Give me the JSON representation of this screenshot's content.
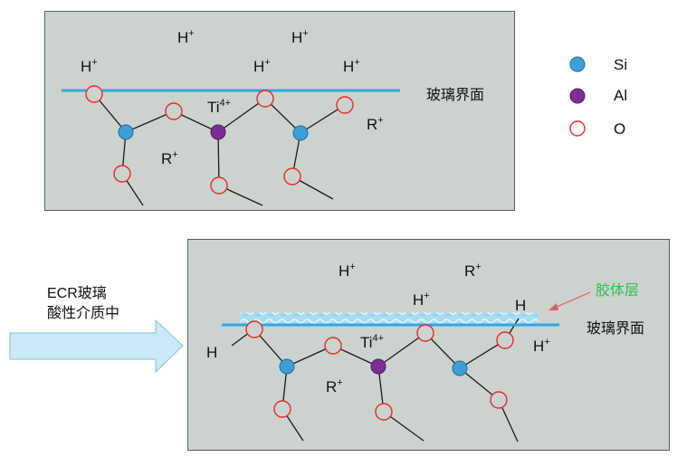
{
  "colors": {
    "panel_fill": "#ccd3cf",
    "panel_border": "#5c5c5c",
    "interface_line": "#31a8e0",
    "si": "#3d9fd6",
    "al": "#7a2f96",
    "o_stroke": "#e52a2a",
    "annotation_green": "#2fbf52",
    "annotation_arrow": "#d8606a",
    "arrow_fill": "#cde9f7",
    "arrow_stroke": "#8ecae6",
    "gel_fill": "#a9dcef"
  },
  "legend": {
    "si": "Si",
    "al": "Al",
    "o": "O"
  },
  "top_panel": {
    "interface_label": "玻璃界面",
    "ions": [
      "H",
      "H",
      "H",
      "H",
      "H",
      "R",
      "R"
    ],
    "ion_sup": "+",
    "ti": "Ti",
    "ti_sup": "4+"
  },
  "bottom_panel": {
    "interface_label": "玻璃界面",
    "gel_label": "胶体层",
    "ions": [
      "H",
      "R",
      "H",
      "H",
      "H",
      "H",
      "R"
    ],
    "ion_sup": "+",
    "ti": "Ti",
    "ti_sup": "4+"
  },
  "process": {
    "line1": "ECR玻璃",
    "line2": "酸性介质中"
  }
}
